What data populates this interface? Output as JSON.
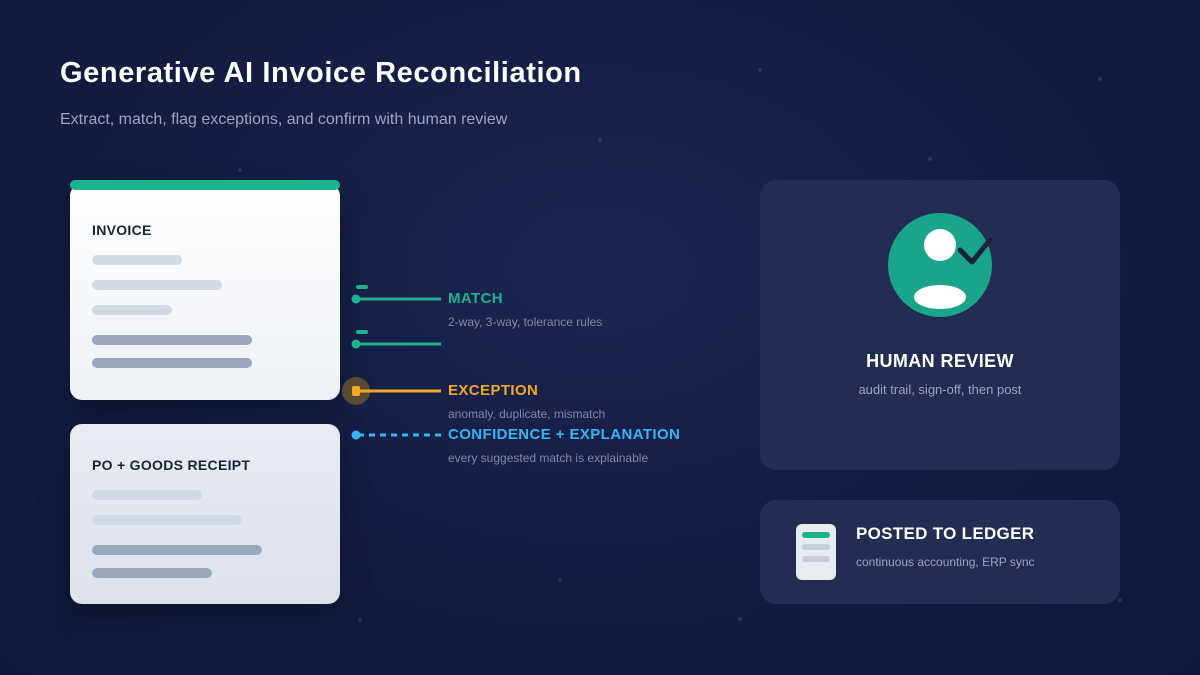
{
  "header": {
    "title": "Generative AI Invoice Reconciliation",
    "subtitle": "Extract, match, flag exceptions, and confirm with human review"
  },
  "documents": {
    "invoice": {
      "title": "INVOICE"
    },
    "po_receipt": {
      "title": "PO + GOODS RECEIPT"
    }
  },
  "flows": {
    "match": {
      "label": "MATCH",
      "description": "2-way, 3-way, tolerance rules",
      "color": "#1bb38e"
    },
    "exception": {
      "label": "EXCEPTION",
      "description": "anomaly, duplicate, mismatch",
      "color": "#f5a623"
    },
    "confidence": {
      "label": "CONFIDENCE + EXPLANATION",
      "description": "every suggested match is explainable",
      "color": "#3ab4f2"
    }
  },
  "human_review": {
    "title": "HUMAN REVIEW",
    "description": "audit trail, sign-off, then post",
    "icon": "user-check-icon"
  },
  "ledger": {
    "title": "POSTED TO LEDGER",
    "description": "continuous accounting, ERP sync",
    "icon": "ledger-document-icon"
  },
  "colors": {
    "background": "#141c42",
    "accent_green": "#1bb38e",
    "accent_orange": "#f5a623",
    "accent_blue": "#3ab4f2",
    "panel": "#232c52"
  }
}
